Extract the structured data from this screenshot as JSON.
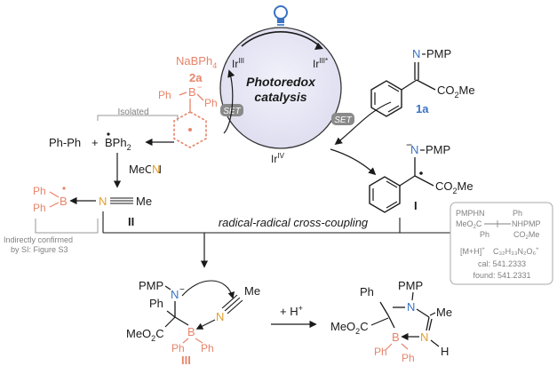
{
  "colors": {
    "salmon": "#e8846a",
    "blue": "#3a72c4",
    "orange": "#e0a030",
    "circle": "#e4e4f4",
    "gray": "#808080"
  },
  "icons": [
    "lightbulb-icon"
  ],
  "cycle": {
    "title_line1": "Photoredox",
    "title_line2": "catalysis",
    "ir_III": "Ir",
    "ir_III_sup": "III",
    "ir_III_star": "Ir",
    "ir_III_star_sup": "III*",
    "ir_IV": "Ir",
    "ir_IV_sup": "IV",
    "set_left": "SET",
    "set_right": "SET"
  },
  "reagent": {
    "formula": "NaBPh",
    "formula_sub": "4",
    "id": "2a",
    "ph": "Ph",
    "b": "B",
    "b_minus": "−"
  },
  "imine": {
    "n": "N",
    "pmp": "PMP",
    "ester": "CO",
    "ester_sub": "2",
    "ester_me": "Me",
    "id": "1a"
  },
  "radical": {
    "n": "N",
    "minus": "−",
    "pmp": "PMP",
    "ester": "CO",
    "ester_sub": "2",
    "ester_me": "Me",
    "id": "I"
  },
  "isolated": {
    "label": "Isolated",
    "ph_ph": "Ph-Ph",
    "plus": "+",
    "bph2": "BPh",
    "bph2_sub": "2"
  },
  "mecn": "MeCN",
  "adduct": {
    "ph": "Ph",
    "b": "B",
    "n": "N",
    "me": "Me",
    "id": "II"
  },
  "confirm": {
    "line1": "Indirectly confirmed",
    "line2": "by SI: Figure S3"
  },
  "coupling_label": "radical-radical cross-coupling",
  "byproduct": {
    "pmphn": "PMPHN",
    "ph_top": "Ph",
    "meo2c": "MeO",
    "meo2c_sub": "2",
    "meo2c_c": "C",
    "nhpmp": "NHPMP",
    "ph_bot": "Ph",
    "co2me": "CO",
    "co2me_sub": "2",
    "co2me_me": "Me",
    "mh": "[M+H]",
    "mh_sup": "+",
    "formula": "C₃₂H₃₃N₂O₆",
    "formula_sup": "+",
    "cal": "cal: 541.2333",
    "found": "found: 541.2331"
  },
  "intermediate": {
    "pmp": "PMP",
    "n": "N",
    "minus": "−",
    "ph": "Ph",
    "me": "Me",
    "ester": "MeO",
    "ester_sub": "2",
    "ester_c": "C",
    "b": "B",
    "n2": "N",
    "id": "III"
  },
  "protonation": {
    "label": "+ H",
    "sup": "+"
  },
  "product": {
    "ph": "Ph",
    "pmp": "PMP",
    "n": "N",
    "me": "Me",
    "ester": "MeO",
    "ester_sub": "2",
    "ester_c": "C",
    "b": "B",
    "n2": "N",
    "h": "H"
  }
}
